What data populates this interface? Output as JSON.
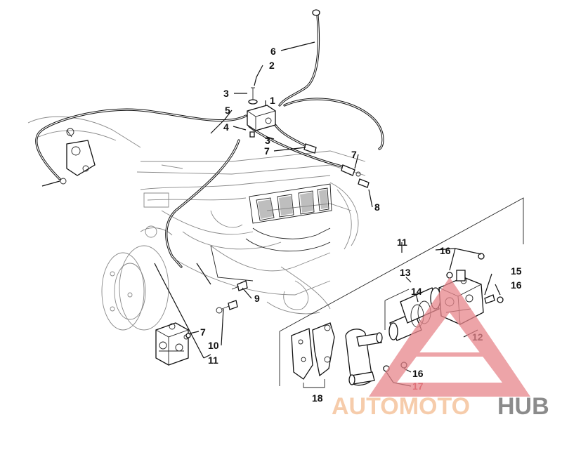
{
  "callouts": {
    "c1": "1",
    "c2": "2",
    "c3a": "3",
    "c3b": "3",
    "c4": "4",
    "c5": "5",
    "c6": "6",
    "c7a": "7",
    "c7b": "7",
    "c7c": "7",
    "c8": "8",
    "c9": "9",
    "c10": "10",
    "c11a": "11",
    "c11b": "11",
    "c12": "12",
    "c13": "13",
    "c14": "14",
    "c15": "15",
    "c16a": "16",
    "c16b": "16",
    "c16c": "16",
    "c17": "17",
    "c18": "18"
  },
  "watermark": {
    "part1": "AUTOMOTO",
    "part2": "HUB",
    "colors": {
      "auto": "#f2b483",
      "hub": "#555555",
      "triangle": "#e8868c"
    }
  }
}
